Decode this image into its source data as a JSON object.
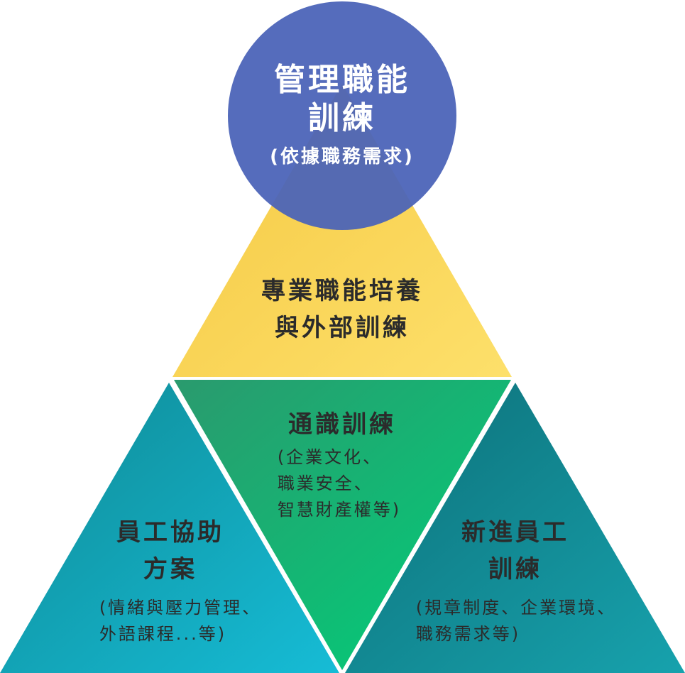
{
  "colors": {
    "circle": "#4a63b8",
    "top_triangle_light": "#fde06b",
    "top_triangle_dark": "#f5c842",
    "center_triangle_light": "#00d079",
    "center_triangle_dark": "#2a9a6e",
    "left_triangle_light": "#16bcd6",
    "left_triangle_dark": "#0f8a95",
    "right_triangle_light": "#17a2ad",
    "right_triangle_dark": "#0d6f78"
  },
  "nodes": {
    "management": {
      "title_lines": [
        "管理職能",
        "訓練"
      ],
      "sub_lines": [
        "(依據職務需求)"
      ]
    },
    "professional": {
      "title_lines": [
        "專業職能培養",
        "與外部訓練"
      ]
    },
    "general": {
      "title_lines": [
        "通識訓練"
      ],
      "sub_lines": [
        "(企業文化、",
        "職業安全、",
        "智慧財產權等)"
      ]
    },
    "employee_assistance": {
      "title_lines": [
        "員工協助",
        "方案"
      ],
      "sub_lines": [
        "(情緒與壓力管理、",
        "外語課程...等)"
      ]
    },
    "new_employee": {
      "title_lines": [
        "新進員工",
        "訓練"
      ],
      "sub_lines": [
        "(規章制度、企業環境、",
        "職務需求等)"
      ]
    }
  }
}
